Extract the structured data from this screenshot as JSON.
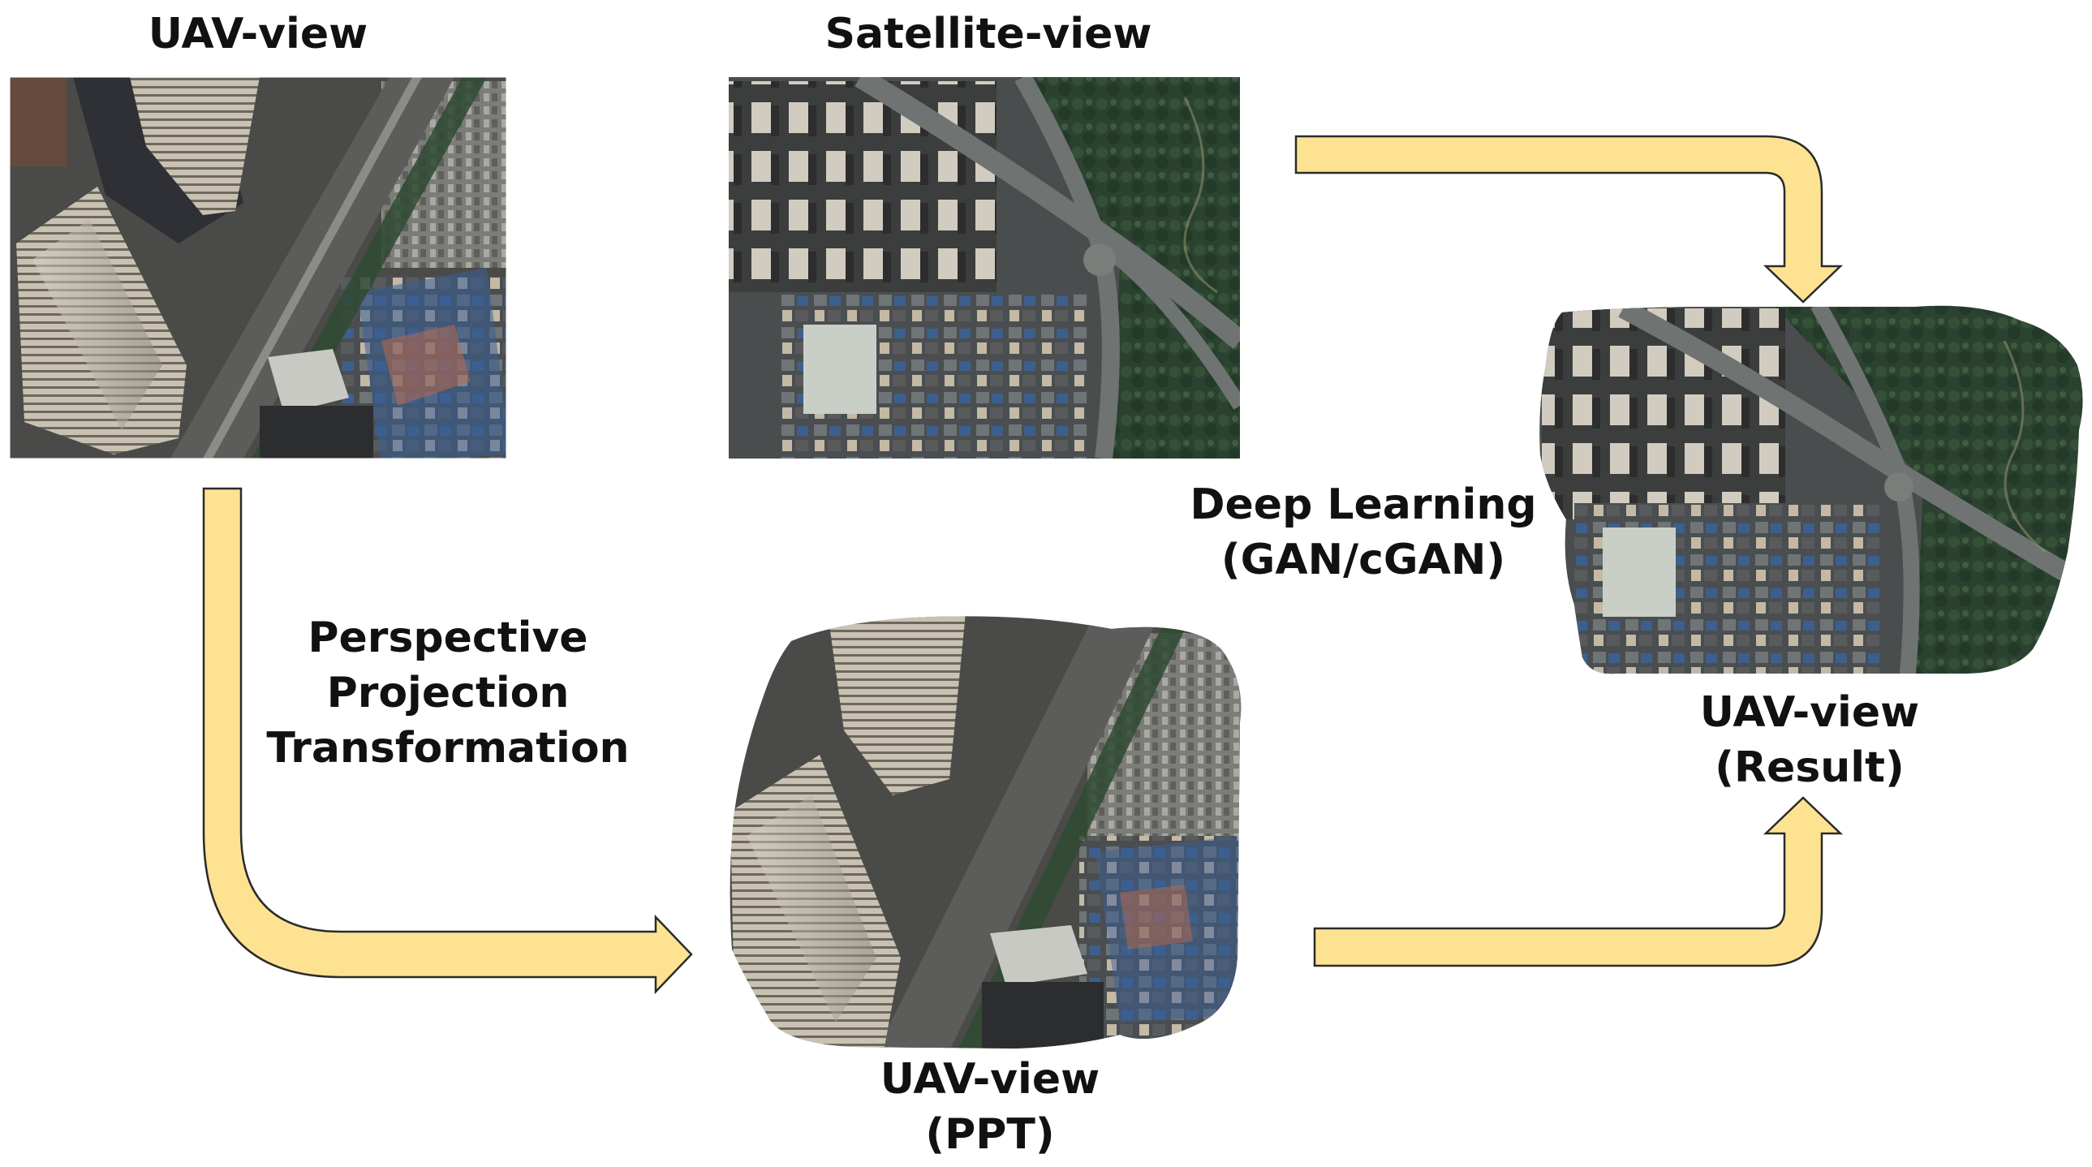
{
  "labels": {
    "uav_view_top": "UAV-view",
    "satellite_view": "Satellite-view",
    "ppt_line1": "Perspective",
    "ppt_line2": "Projection",
    "ppt_line3": "Transformation",
    "deep_learning_line1": "Deep Learning",
    "deep_learning_line2": "(GAN/cGAN)",
    "uav_ppt_line1": "UAV-view",
    "uav_ppt_line2": "(PPT)",
    "uav_result_line1": "UAV-view",
    "uav_result_line2": "(Result)"
  },
  "colors": {
    "arrow_fill": "#fde391",
    "arrow_stroke": "#2b2b2b",
    "background": "#ffffff"
  }
}
